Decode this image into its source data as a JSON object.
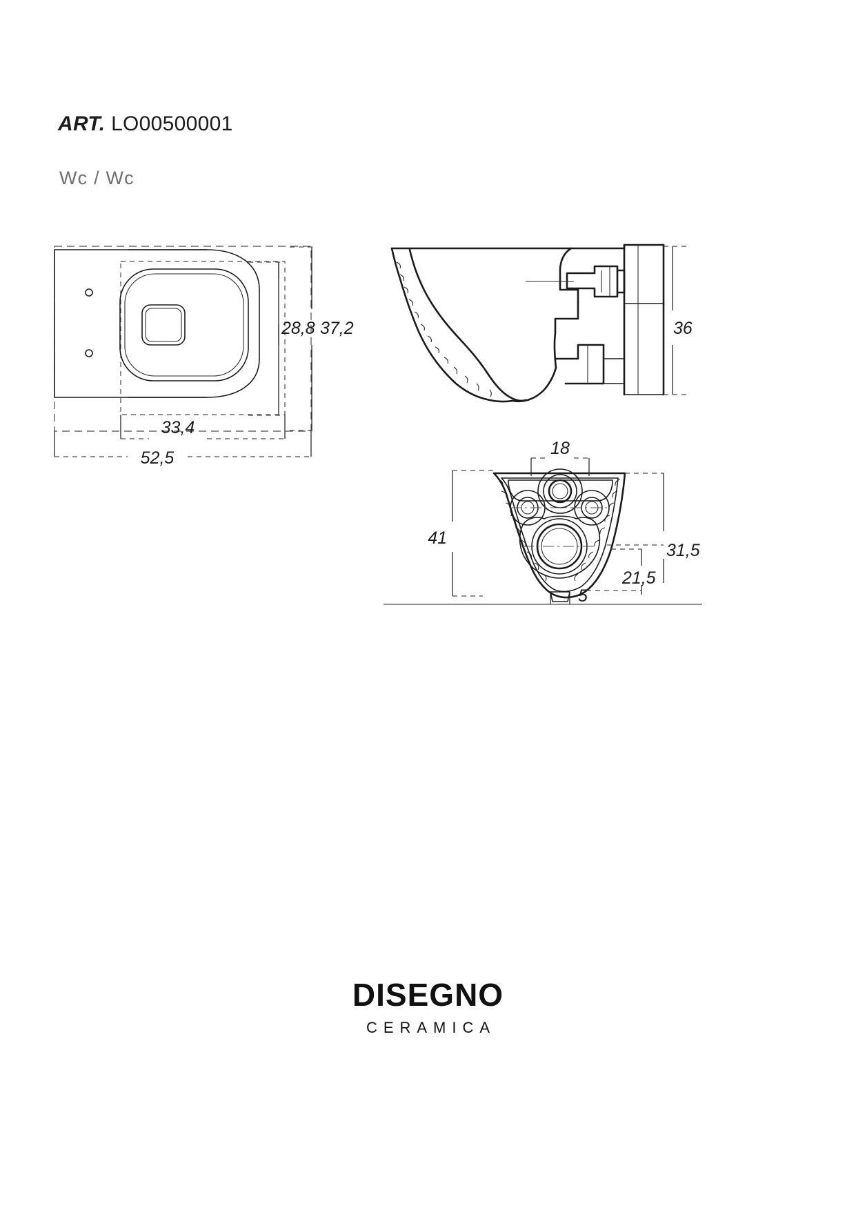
{
  "document": {
    "article_prefix": "ART.",
    "article_code": "LO00500001",
    "subtitle": "Wc / Wc"
  },
  "footer": {
    "brand_name": "DISEGNO",
    "brand_subtitle": "CERAMICA"
  },
  "views": {
    "top": {
      "name": "top-view",
      "dimensions": {
        "seat_depth": "28,8",
        "overall_depth": "37,2",
        "seat_width": "33,4",
        "overall_width": "52,5"
      }
    },
    "side": {
      "name": "side-section-view",
      "dimensions": {
        "height": "36"
      }
    },
    "rear": {
      "name": "rear-view",
      "dimensions": {
        "top_width": "18",
        "total_height": "41",
        "offset_a": "31,5",
        "offset_b": "21,5",
        "base_gap": "5"
      }
    }
  },
  "style": {
    "line_color": "#1b1b1b",
    "dash_color": "#4b4b4b",
    "text_color": "#1c1c1c"
  }
}
